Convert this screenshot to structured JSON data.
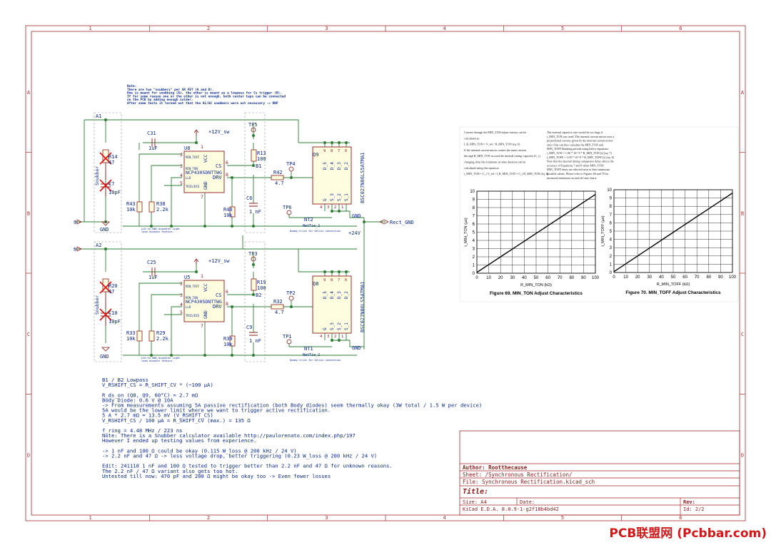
{
  "border": {
    "columns": [
      "1",
      "2",
      "3",
      "4",
      "5",
      "6"
    ],
    "rows": [
      "A",
      "B",
      "C",
      "D"
    ]
  },
  "note_block": {
    "lines": [
      "Note:",
      "There are two \"snubbers\" per SR FET (A and B).",
      "One is meant for snubbing (A), the other is meant as a lowpass for Cs trigger (B).",
      "If for some reason one or the other is not enough, both center taps can be connected",
      "on the PCB by adding enough solder.",
      "After some tests it turned out that the A1/A2 snubbers were not necessary -> DNP"
    ]
  },
  "channel_top": {
    "snubber_label": "A1",
    "snubber_name": "Snubber",
    "r_snub": [
      "R14",
      "47"
    ],
    "c_snub": [
      "C7",
      "10pF"
    ],
    "port_in": "3",
    "gnd": "GND",
    "c_bypass": [
      "C31",
      "1uF"
    ],
    "supply": "+12V_sw",
    "ic": {
      "ref": "U8",
      "part": "NCP4305DNTTWG",
      "vcc": "VCC",
      "gnd": "GND",
      "pins": {
        "min_toff": "MIN_TOFF",
        "min_ton": "MIN_TON",
        "lld": "LLD",
        "trig": "TRIG/DIS",
        "cs": "CS",
        "drv": "DRV"
      },
      "pin_nums": {
        "min_toff": "2",
        "min_ton": "3",
        "lld": "4",
        "trig": "5",
        "cs": "6",
        "drv": "8",
        "vcc": "1",
        "gnd": "7"
      }
    },
    "r_min_toff": [
      "R43",
      "10k"
    ],
    "r_min_ton": [
      "R38",
      "2.2k"
    ],
    "lld_note": [
      "LLD to GND disables light",
      "load disable feature."
    ],
    "tp_a": "TP5",
    "r_b": [
      "R13",
      "100"
    ],
    "b_label": "B1",
    "c_b": [
      "C6",
      "1 nF"
    ],
    "tp_gate": "TP4",
    "r_gate": [
      "R42",
      "4.7"
    ],
    "r_pd": [
      "R40",
      "10k"
    ],
    "tp_src": "TP6",
    "fet": {
      "ref": "Q9",
      "part": "BSC027N06LS5ATMA1",
      "top_pins": [
        "D_5",
        "D_4",
        "D_3",
        "D_2"
      ],
      "bot_pins": [
        "G",
        "S_3",
        "S_2",
        "S_1"
      ],
      "top_nums": [
        "9",
        "8",
        "7",
        "6"
      ],
      "bot_nums": [
        "4",
        "3",
        "2",
        "1"
      ]
    },
    "net_tie": [
      "NT2",
      "NetTie_2",
      "Dummy-trick for Kelvin connection"
    ],
    "gnd_right": "GND",
    "port_out": "Rect_GND",
    "plus24": "+24V"
  },
  "channel_bot": {
    "snubber_label": "A2",
    "snubber_name": "Snubber",
    "r_snub": [
      "R20",
      "47"
    ],
    "c_snub": [
      "C10",
      "10pF"
    ],
    "port_in": "5",
    "gnd": "GND",
    "c_bypass": [
      "C25",
      "1uF"
    ],
    "supply": "+12V_sw",
    "ic": {
      "ref": "U5",
      "part": "NCP4305DNTTWG",
      "vcc": "VCC",
      "gnd": "GND",
      "pins": {
        "min_toff": "MIN_TOFF",
        "min_ton": "MIN_TON",
        "lld": "LLD",
        "trig": "TRIG/DIS",
        "cs": "CS",
        "drv": "DRV"
      },
      "pin_nums": {
        "min_toff": "2",
        "min_ton": "3",
        "lld": "4",
        "trig": "5",
        "cs": "6",
        "drv": "8",
        "vcc": "1",
        "gnd": "7"
      }
    },
    "r_min_toff": [
      "R33",
      "10k"
    ],
    "r_min_ton": [
      "R29",
      "2.2k"
    ],
    "lld_note": [
      "LLD to GND disables light",
      "load disable feature."
    ],
    "tp_a": "TP3",
    "r_b": [
      "R19",
      "100"
    ],
    "b_label": "B2",
    "c_b": [
      "C9",
      "1 nF"
    ],
    "tp_gate": "TP2",
    "r_gate": [
      "R32",
      "4.7"
    ],
    "r_pd": [
      "R30",
      "10k"
    ],
    "tp_src": "TP1",
    "fet": {
      "ref": "Q8",
      "part": "BSC027N06LS5ATMA1",
      "top_pins": [
        "D_5",
        "D_4",
        "D_3",
        "D_2"
      ],
      "bot_pins": [
        "G",
        "S_3",
        "S_2",
        "S_1"
      ],
      "top_nums": [
        "9",
        "8",
        "7",
        "6"
      ],
      "bot_nums": [
        "4",
        "3",
        "2",
        "1"
      ]
    },
    "net_tie": [
      "NT1",
      "NetTie_2",
      "Dummy-trick for Kelvin connection"
    ],
    "gnd_right": "GND"
  },
  "datasheet": {
    "left_text": [
      "Current through the MIN_TON adjust resistor can be",
      "calculated as:",
      "I_R_MIN_TON = V_ref / R_MIN_TON        (eq. 6)",
      "If the internal current mirror creates the same current",
      "through R_MIN_TON as used the internal timing capacitor (C_t)",
      "charging, then the minimum on-time duration can be",
      "calculated using this equation.",
      "t_MIN_TON = C_t V_ref / I_R_MIN_TON = C_t R_MIN_TON   (eq. 8)"
    ],
    "right_text": [
      "The internal capacitor size would be too large if",
      "t_MIN_TON was used. The internal current mirror uses a",
      "proportional current, given by the internal current mirror",
      "ratio. One can thus calculate the MIN_TON and",
      "MIN_TOFF blanking periods using below equations:",
      "t_MIN_TON = 1.00 * 10^-9 * R_MIN_TON [s]      (eq. 7)",
      "t_MIN_TOFF = 1.00 * 10^-9 * R_MIN_TOFF [s]    (eq. 8)",
      "Note that the internal timing comparator delay affects the",
      "accuracy of Equations 7 and 8 when MIN_TON/",
      "MIN_TOFF times are selected near to their minimum",
      "possible values. Please refer to Figures 69 and 70 for",
      "measured minimum on and off time charts."
    ]
  },
  "chart_data": [
    {
      "type": "line",
      "title": "Figure 69. MIN_TON Adjust Characteristics",
      "xlabel": "R_MIN_TON (kΩ)",
      "ylabel": "t_MIN_TON (µs)",
      "xlim": [
        0,
        100
      ],
      "ylim": [
        0,
        10
      ],
      "xticks": [
        0,
        10,
        20,
        30,
        40,
        50,
        60,
        70,
        80,
        90,
        100
      ],
      "yticks": [
        0,
        1,
        2,
        3,
        4,
        5,
        6,
        7,
        8,
        9,
        10
      ],
      "grid": true,
      "x": [
        0,
        10,
        20,
        30,
        40,
        50,
        60,
        70,
        80,
        90,
        100
      ],
      "y": [
        0.1,
        1.05,
        2.0,
        2.95,
        3.9,
        4.85,
        5.8,
        6.75,
        7.7,
        8.65,
        9.6
      ]
    },
    {
      "type": "line",
      "title": "Figure 70. MIN_TOFF Adjust Characteristics",
      "xlabel": "R_MIN_TOFF (kΩ)",
      "ylabel": "t_MIN_TOFF (µs)",
      "xlim": [
        0,
        100
      ],
      "ylim": [
        0,
        10
      ],
      "xticks": [
        0,
        10,
        20,
        30,
        40,
        50,
        60,
        70,
        80,
        90,
        100
      ],
      "yticks": [
        0,
        1,
        2,
        3,
        4,
        5,
        6,
        7,
        8,
        9,
        10
      ],
      "grid": true,
      "x": [
        0,
        10,
        20,
        30,
        40,
        50,
        60,
        70,
        80,
        90,
        100
      ],
      "y": [
        0.1,
        1.05,
        2.0,
        2.95,
        3.9,
        4.85,
        5.8,
        6.75,
        7.7,
        8.65,
        9.6
      ]
    }
  ],
  "notes_bottom": [
    "B1 / B2 Lowpass",
    "V_RSHIFT_CS = R_SHIFT_CV * (~100 µA)",
    "",
    "R_ds_on (Q8, Q9, 60°C) ≈ 2.7 mΩ",
    "Body Diode: 0.6 V @ 10A",
    "-> From measurements assuming 5A passive rectification (both Body diodes) seem thermally okay (3W total / 1.5 W per device)",
    "5A would be the lower limit where we want to trigger active rectification.",
    "5 A * 2.7 mΩ = 13.5 mV (V_RSHIFT_CS)",
    "V_RSHIFT_CS / 100 µA = R_SHIFT_CV (max.) = 135 Ω",
    "",
    "f_ring = 4.48 MHz / 223 ns",
    "Note: There is a Snubber calculator available http://paulorenato.com/index.php/197",
    "However I ended up testing values from experience.",
    "",
    "-> 1 nF and 100 Ω could be okay (0.115 W_loss @ 200 kHz / 24 V)",
    "-> 2.2 nF and 47 Ω -> less voltage drop, better triggering (0.23 W_loss @ 200 kHz / 24 V)",
    "",
    "Edit: 241118 1 nF and 100 Ω tested to trigger better than 2.2 nF and 47 Ω for unknown reasons.",
    "The 2.2 nF / 47 Ω variant also gets too hot.",
    "Untested till now: 470 pF and 200 Ω might be okay too -> Even fewer losses"
  ],
  "title_block": {
    "author": "Author: Rootthecause",
    "sheet": "Sheet: /Synchronous Rectification/",
    "file": "File: Synchronous Rectification.kicad_sch",
    "title_label": "Title:",
    "size": "Size: A4",
    "date": "Date:",
    "rev": "Rev:",
    "kicad": "KiCad E.D.A. 8.0.9-1-g2f18b4bd42",
    "id": "Id: 2/2"
  },
  "watermark": "PCB联盟网 (Pcbbar.com)",
  "colors": {
    "frame": "#a52a2a",
    "wire": "#2e7d32",
    "text": "#0a2a8a",
    "symbol": "#8b1a1a",
    "fill": "#fffde0",
    "dnp": "#e01010"
  }
}
